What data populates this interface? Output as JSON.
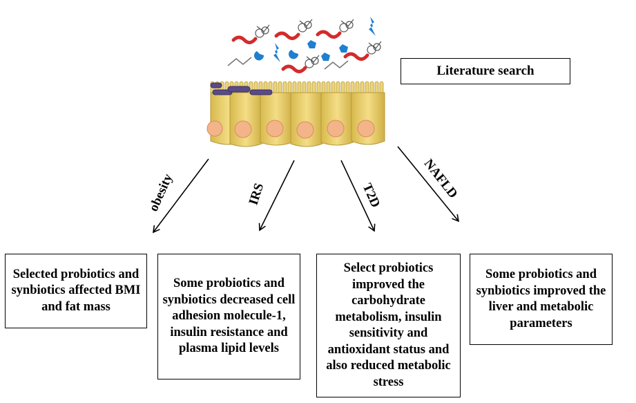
{
  "title_box": "Literature search",
  "branches": [
    {
      "label": "obesity",
      "text": "Selected probiotics and synbiotics affected BMI and fat mass"
    },
    {
      "label": "IRS",
      "text": "Some probiotics and synbiotics decreased cell adhesion molecule-1, insulin resistance and plasma lipid levels"
    },
    {
      "label": "T2D",
      "text": "Select probiotics improved the carbohydrate metabolism, insulin sensitivity and antioxidant status and also reduced metabolic stress"
    },
    {
      "label": "NAFLD",
      "text": "Some probiotics and synbiotics improved the liver and metabolic parameters"
    }
  ],
  "colors": {
    "cell_fill": "#e9cf6e",
    "cell_border": "#b79a3a",
    "nucleus": "#f3b48a",
    "bacteria": "#5a4a86",
    "red_molecule": "#d42b2b",
    "blue_molecule": "#1f7fd0"
  }
}
